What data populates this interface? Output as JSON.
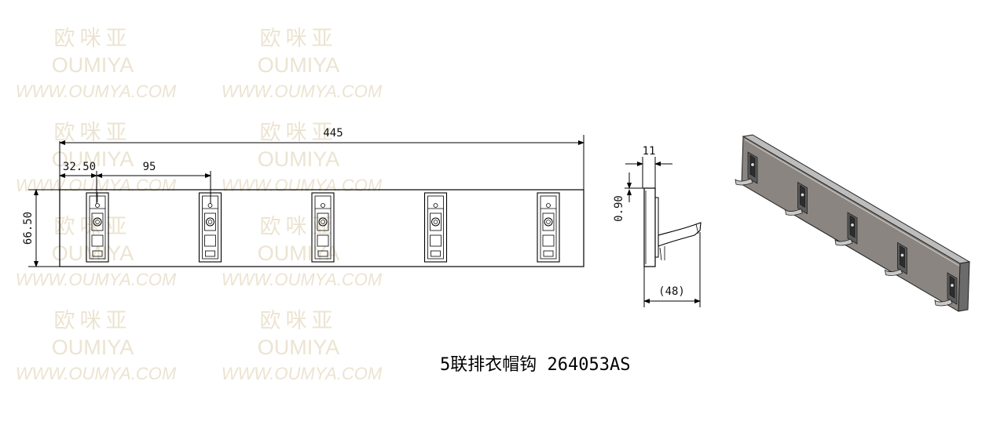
{
  "watermark": {
    "brand_cn": "欧咪亚",
    "brand_en": "OUMIYA",
    "url": "WWW.OUMYA.COM"
  },
  "dimensions": {
    "overall_length": "445",
    "first_offset": "32.50",
    "hook_spacing": "95",
    "height": "66.50",
    "depth_top": "11",
    "plate_thickness": "0.90",
    "total_depth": "(48)"
  },
  "product": {
    "title": "5联排衣帽钩 264053AS",
    "hook_count": 5
  }
}
